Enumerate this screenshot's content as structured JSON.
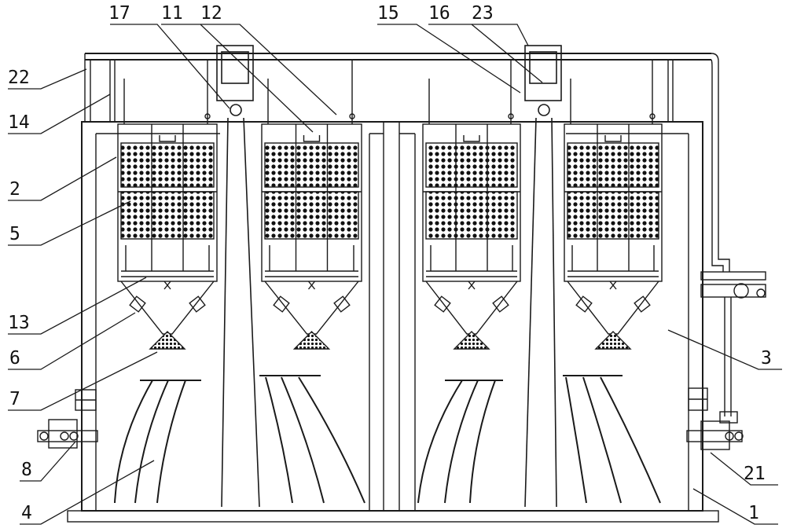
{
  "diagram": {
    "labels": {
      "l17": "17",
      "l11": "11",
      "l12": "12",
      "l15": "15",
      "l16": "16",
      "l23": "23",
      "l22": "22",
      "l14": "14",
      "l2": "2",
      "l5": "5",
      "l13": "13",
      "l6": "6",
      "l7": "7",
      "l8": "8",
      "l4": "4",
      "l3": "3",
      "l21": "21",
      "l1": "1"
    }
  }
}
